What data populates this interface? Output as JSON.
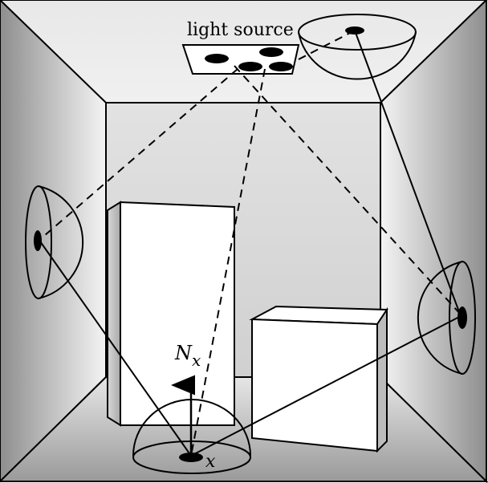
{
  "labels": {
    "light_source": "light source",
    "normal_base": "N",
    "normal_sub": "x",
    "point": "x"
  },
  "colors": {
    "stroke": "#000000",
    "room_light": "#f2f2f2",
    "room_dark": "#8a8a8a",
    "back_wall": "#dcdcdc",
    "box_face": "#ffffff",
    "box_side": "#c8c8c8"
  }
}
